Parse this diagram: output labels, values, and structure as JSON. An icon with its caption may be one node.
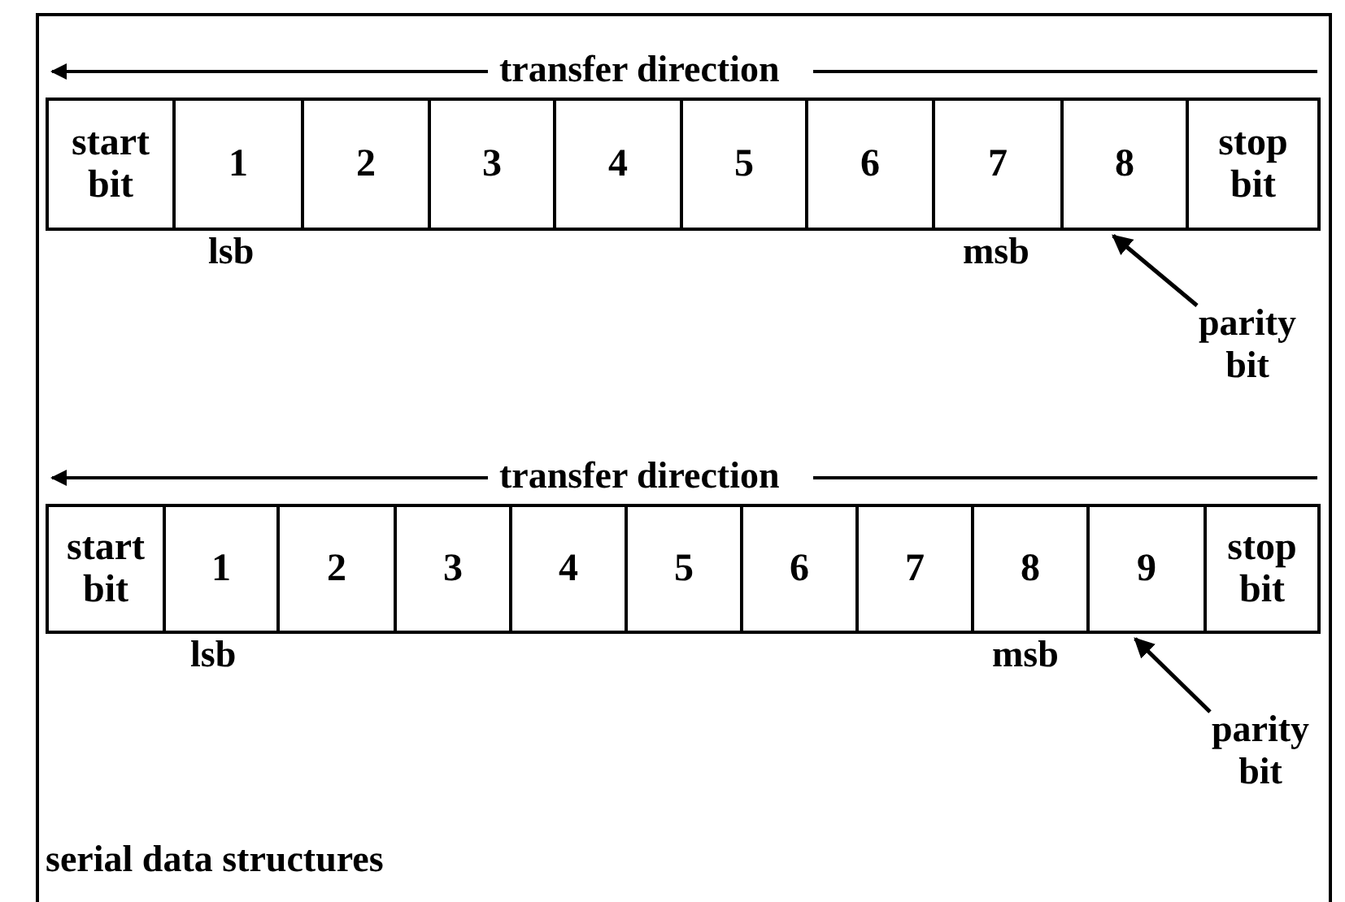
{
  "diagram": {
    "caption": "serial data structures",
    "nodes": [
      {
        "text": [
          "start bit"
        ]
      },
      {
        "text": [
          "1"
        ]
      },
      {
        "text": [
          "2"
        ]
      },
      {
        "text": [
          "3"
        ]
      },
      {
        "text": [
          "4"
        ]
      },
      {
        "text": [
          "5"
        ]
      },
      {
        "text": [
          "6"
        ]
      },
      {
        "text": [
          "7"
        ]
      },
      {
        "text": [
          "8"
        ]
      },
      {
        "text": [
          "stop bit"
        ]
      },
      {
        "text": [
          "parity bit"
        ]
      },
      {
        "text": [
          "start bit"
        ]
      },
      {
        "text": [
          "1"
        ]
      },
      {
        "text": [
          "2"
        ]
      },
      {
        "text": [
          "3"
        ]
      },
      {
        "text": [
          "4"
        ]
      },
      {
        "text": [
          "5"
        ]
      },
      {
        "text": [
          "6"
        ]
      },
      {
        "text": [
          "7"
        ]
      },
      {
        "text": [
          "8"
        ]
      },
      {
        "text": [
          "9"
        ]
      },
      {
        "text": [
          "stop bit"
        ]
      },
      {
        "text": [
          "parity bit"
        ]
      }
    ],
    "edges": [
      {
        "from": 10,
        "to": 8,
        "arrow": "to"
      },
      {
        "from": 22,
        "to": 20,
        "arrow": "to"
      }
    ],
    "labels": [
      "transfer direction",
      "lsb",
      "msb",
      "transfer direction",
      "lsb",
      "msb"
    ]
  }
}
